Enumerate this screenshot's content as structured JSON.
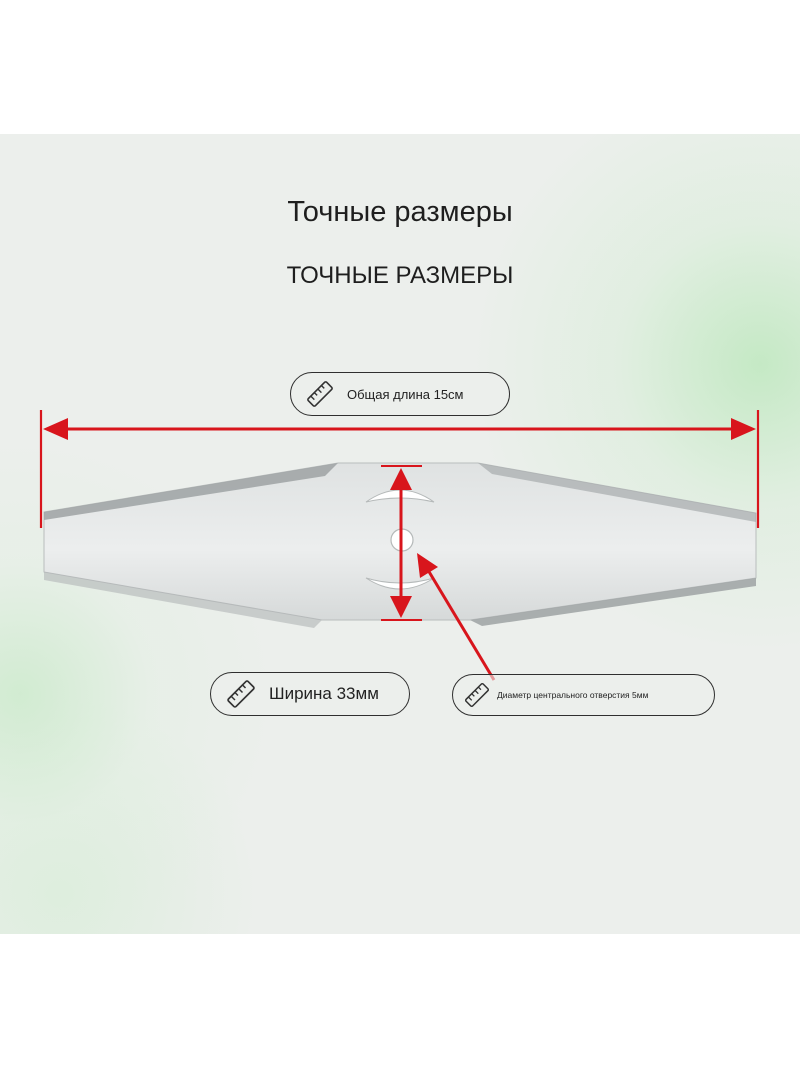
{
  "header": {
    "title": "Точные размеры",
    "subtitle": "ТОЧНЫЕ РАЗМЕРЫ"
  },
  "dimensions": {
    "length_label": "Общая длина 15см",
    "width_label": "Ширина 33мм",
    "hole_label": "Диаметр центрального отверстия 5мм"
  },
  "icons": {
    "ruler": "ruler-icon"
  },
  "colors": {
    "arrow": "#d8151c",
    "pill_border": "#2f2f2f",
    "text": "#1e1e1e"
  }
}
